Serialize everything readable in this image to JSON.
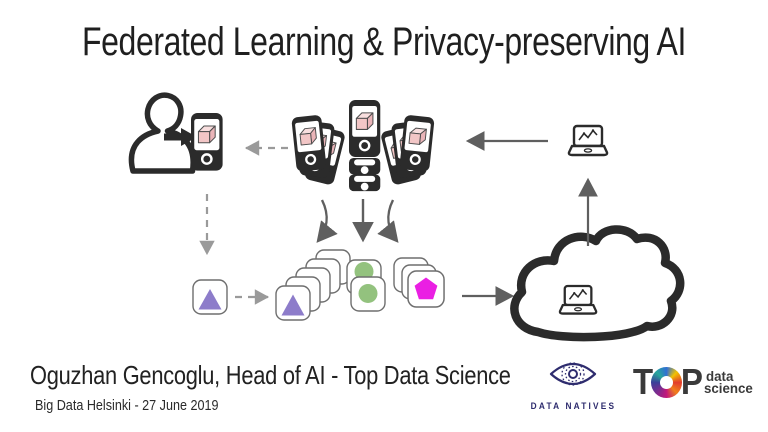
{
  "title": "Federated Learning & Privacy-preserving AI",
  "footer": {
    "author_line": "Oguzhan Gencoglu, Head of AI - Top Data Science",
    "event_line": "Big Data Helsinki - 27 June 2019"
  },
  "logos": {
    "data_natives": {
      "label": "DATA NATIVES"
    },
    "top_data_science": {
      "t": "T",
      "p": "P",
      "word1": "data",
      "word2": "science",
      "wheel_colors": [
        "#2f6fd4",
        "#f2c200",
        "#e23b2e",
        "#f07f1a",
        "#c2187b",
        "#7a2c8f",
        "#3b3f99",
        "#27a79a",
        "#2f6fd4"
      ]
    }
  },
  "diagram": {
    "icons": {
      "person": "user-icon",
      "user_phone": "smartphone-with-data-cube-icon",
      "phone_group": "stacked-smartphones-with-data-cubes-icon",
      "server_laptop": "laptop-with-chart-icon",
      "cloud": "cloud-with-laptop-icon",
      "local_model_cards": "card-stacks-with-triangle-circle-pentagon-shapes"
    }
  },
  "colors": {
    "ink": "#2b2b2b",
    "arrow": "#5f5f5f",
    "dash": "#9a9a9a",
    "cube_front": "#f2c6c6",
    "cube_top": "#f8dede",
    "cube_side": "#eab4b8",
    "card_border": "#6e6e6e",
    "tri_purple": "#8d7cca",
    "circ_green": "#93c27e",
    "pent_magenta": "#ea1fe3",
    "navy": "#2e2c6e",
    "logo_dark": "#3a3a3a",
    "title_color": "#1f1f1f"
  }
}
